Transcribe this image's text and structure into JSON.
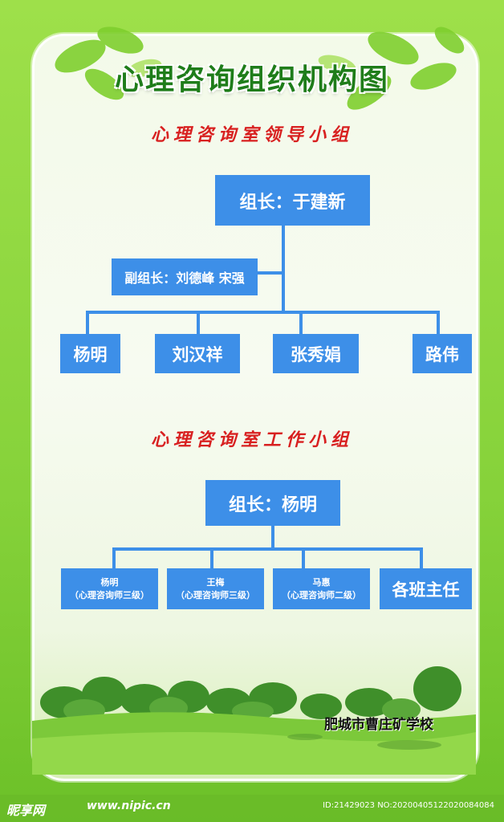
{
  "title": "心理咨询组织机构图",
  "leadership": {
    "heading": "心理咨询室领导小组",
    "leader": "组长：于建新",
    "deputy": "副组长：刘德峰 宋强",
    "members": [
      "杨明",
      "刘汉祥",
      "张秀娟",
      "路伟"
    ]
  },
  "work": {
    "heading": "心理咨询室工作小组",
    "leader": "组长：杨明",
    "members": [
      {
        "name": "杨明",
        "role": "（心理咨询师三级）"
      },
      {
        "name": "王梅",
        "role": "（心理咨询师三级）"
      },
      {
        "name": "马惠",
        "role": "（心理咨询师二级）"
      }
    ],
    "last": "各班主任"
  },
  "school": "肥城市曹庄矿学校",
  "watermark": {
    "logo": "昵享网",
    "url": "www.nipic.cn",
    "id": "ID:21429023 NO:20200405122020084084"
  },
  "colors": {
    "box": "#3d8fe8",
    "heading": "#d82020",
    "title": "#1f7d1a"
  }
}
